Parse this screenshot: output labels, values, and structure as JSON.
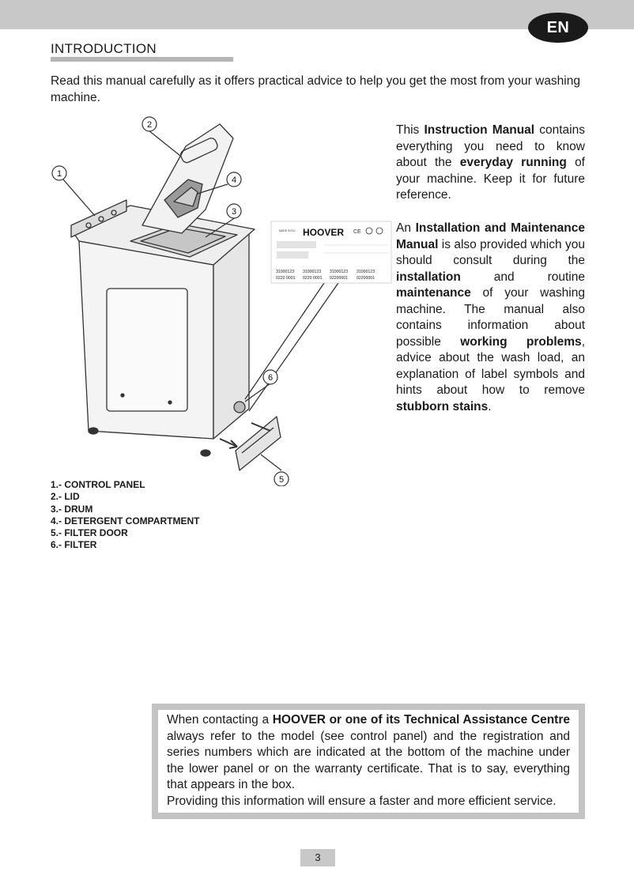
{
  "header": {
    "lang_badge": "EN"
  },
  "section": {
    "title": "INTRODUCTION"
  },
  "intro": "Read this manual carefully as it offers practical advice to help you get the most from your washing machine.",
  "paragraph1": {
    "t1": "This ",
    "b1": "Instruction Manual",
    "t2": " contains everything you need to know about the ",
    "b2": "everyday running",
    "t3": " of your machine. Keep it for future reference."
  },
  "paragraph2": {
    "t1": "An ",
    "b1": "Installation and Maintenance Manual",
    "t2": " is also provided which you should consult during the ",
    "b2": "installation",
    "t3": " and routine ",
    "b3": "maintenance",
    "t4": " of your washing machine. The manual also contains information about possible ",
    "b4": "working problems",
    "t5": ", advice about the wash load, an explanation of label symbols and hints about how to remove ",
    "b5": "stubborn stains",
    "t6": "."
  },
  "figure": {
    "callouts": [
      "1",
      "2",
      "3",
      "4",
      "5",
      "6"
    ],
    "label_plate": {
      "brand": "HOOVER",
      "serials": [
        "31000123",
        "31000123",
        "31000123",
        "31000123"
      ],
      "codes": [
        "0220 0001",
        "0220 0001",
        "02200001",
        "02200001"
      ]
    }
  },
  "legend": [
    "1.- CONTROL PANEL",
    "2.- LID",
    "3.- DRUM",
    "4.- DETERGENT COMPARTMENT",
    "5.- FILTER DOOR",
    "6.- FILTER"
  ],
  "notice": {
    "t1": "When contacting a ",
    "b1": "HOOVER or one of its Technical Assistance Centre",
    "t2": " always refer to the model (see control panel) and the registration and series numbers which are indicated at the bottom of the machine under the lower panel or on the warranty certificate. That is to say, everything that appears in the box.",
    "line2": "Providing this information will ensure a faster and more efficient service."
  },
  "footer": {
    "page_number": "3"
  }
}
